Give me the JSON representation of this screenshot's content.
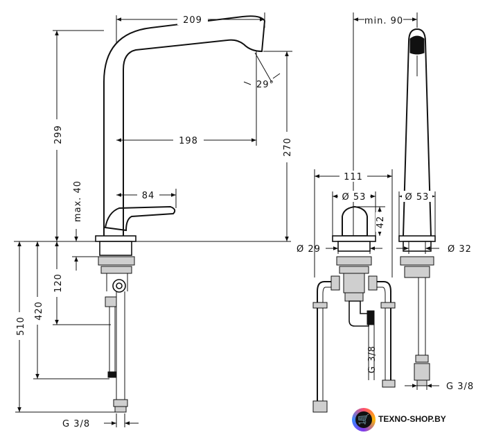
{
  "dimensions": {
    "spout_reach": "209",
    "spout_reach_inner": "198",
    "lever_reach": "84",
    "spout_angle": "29°",
    "total_height": "299",
    "spout_height": "270",
    "max_countertop": "max. 40",
    "depth_120": "120",
    "depth_420": "420",
    "depth_510": "510",
    "thread_left": "G 3/8",
    "min_90": "min. 90",
    "width_111": "111",
    "dia_53_handle": "Ø 53",
    "height_42": "42",
    "dia_29": "Ø 29",
    "thread_middle": "G 3/8",
    "dia_53_spout": "Ø 53",
    "dia_32": "Ø 32",
    "thread_right": "G 3/8"
  },
  "logo": {
    "text": "TEXNO-SHOP.BY",
    "icon": "cart-icon"
  }
}
